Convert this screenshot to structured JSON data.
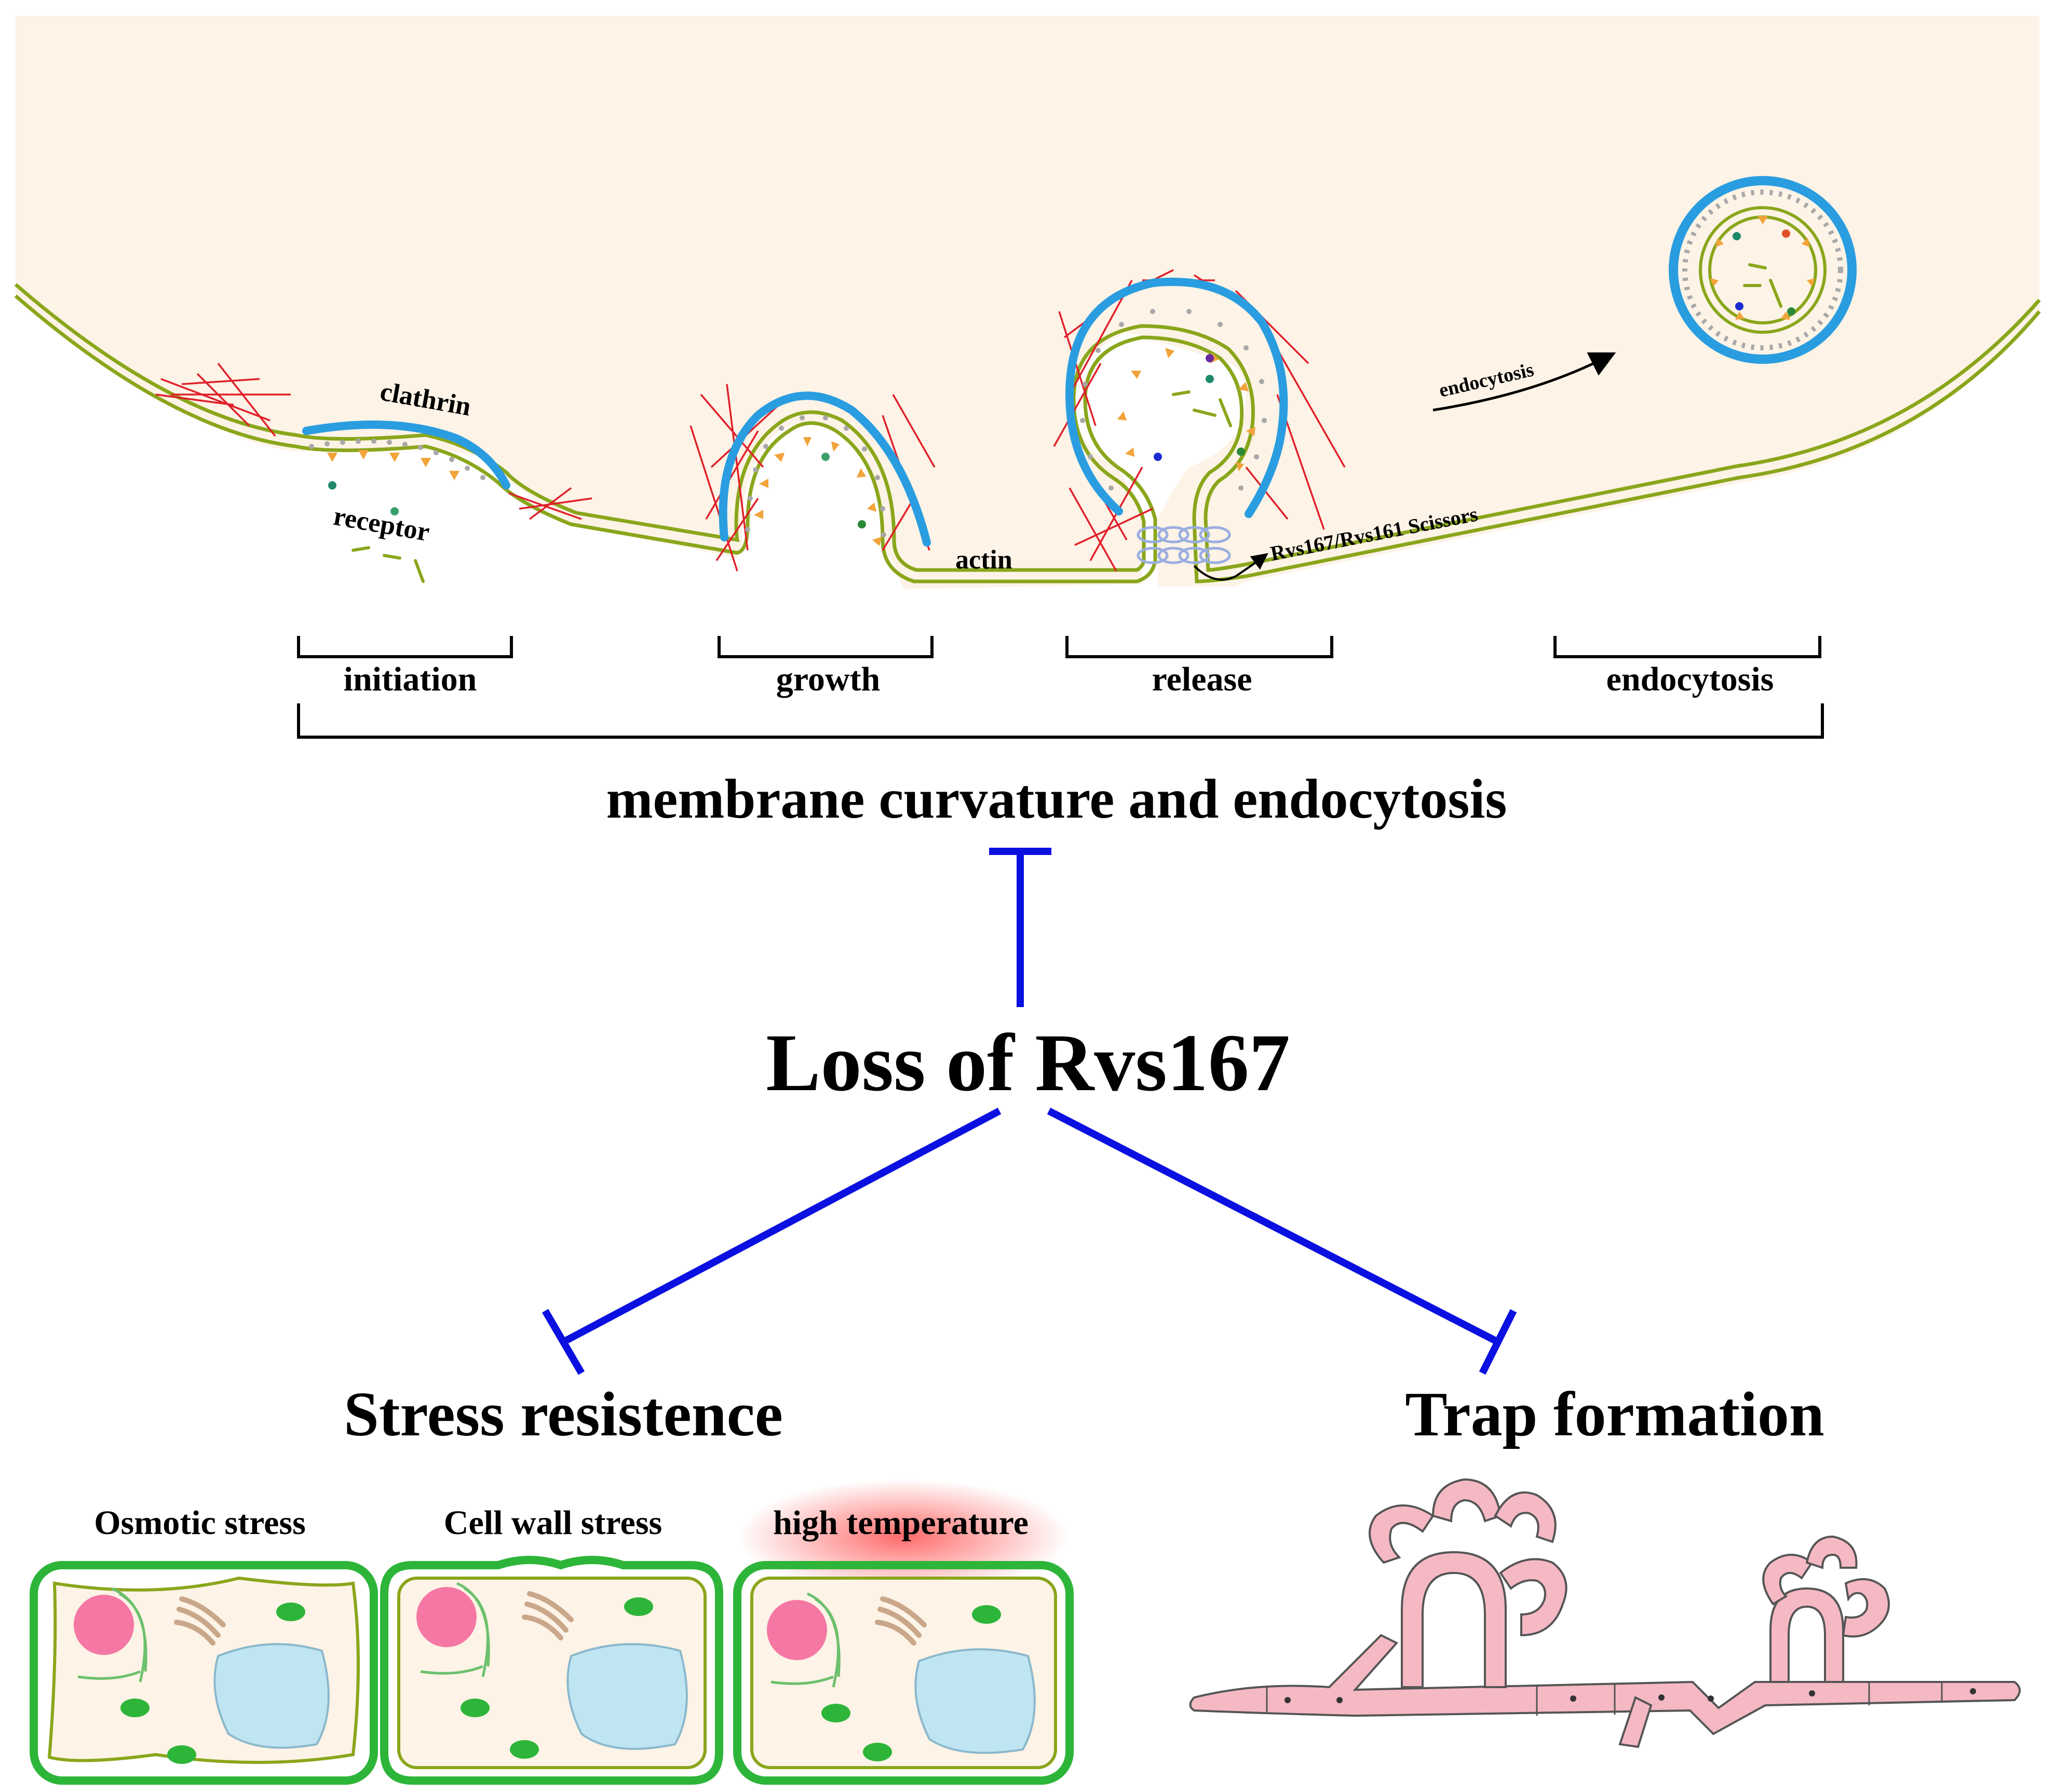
{
  "colors": {
    "cytoplasm": "#fdf3e6",
    "membrane": "#8aa61b",
    "clathrin": "#2a9de0",
    "actin": "#e0202a",
    "receptor": "#f2a33a",
    "lipid": "#a8a8a8",
    "scissors": "#9aaee0",
    "inhibit": "#0a10e0",
    "cell_wall": "#2db53a",
    "nucleus": "#f577a4",
    "vacuole": "#bfe4f2",
    "golgi": "#c9a78a",
    "heat": "#ff6060",
    "trap": "#f5b9c4"
  },
  "labels": {
    "clathrin": "clathrin",
    "receptor": "receptor",
    "actin": "actin",
    "scissors": "Rvs167/Rvs161 Scissors",
    "endocytosis_arrow": "endocytosis"
  },
  "stages": [
    {
      "label": "initiation"
    },
    {
      "label": "growth"
    },
    {
      "label": "release"
    },
    {
      "label": "endocytosis"
    }
  ],
  "process_title": "membrane curvature and endocytosis",
  "central_node": "Loss of Rvs167",
  "outcomes": {
    "left": "Stress resistence",
    "right": "Trap formation"
  },
  "stress_cells": [
    {
      "label": "Osmotic stress"
    },
    {
      "label": "Cell wall stress"
    },
    {
      "label": "high temperature"
    }
  ],
  "icons": {
    "inhibition": "t-bar-inhibition-icon",
    "vesicle": "clathrin-coated-vesicle-icon",
    "cell": "fungal-cell-icon",
    "trap": "adhesive-network-trap-icon"
  }
}
